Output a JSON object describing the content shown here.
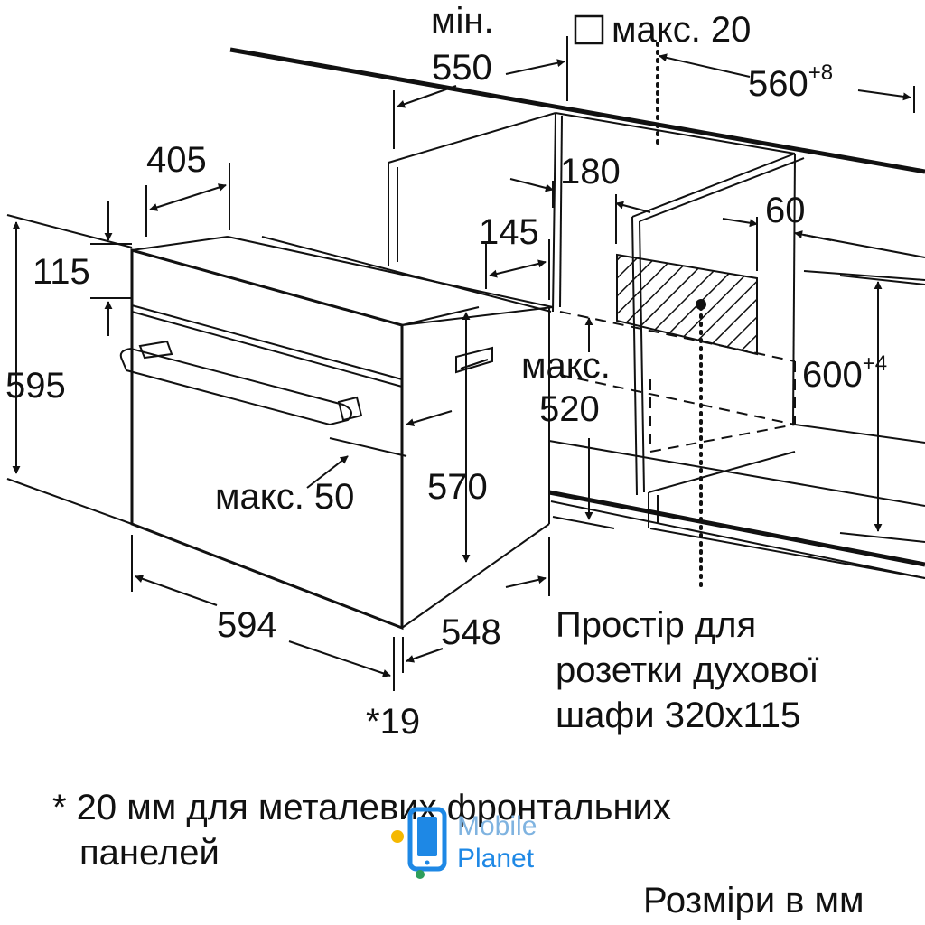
{
  "labels": {
    "min": "мін.",
    "d550": "550",
    "max20": "макс. 20",
    "d560": "560",
    "d560_sup": "+8",
    "d405": "405",
    "d180": "180",
    "d60": "60",
    "d145": "145",
    "d115": "115",
    "d595": "595",
    "max_a": "макс.",
    "d520": "520",
    "d600": "600",
    "d600_sup": "+4",
    "max50": "макс. 50",
    "d570": "570",
    "d594": "594",
    "d548": "548",
    "d19": "*19"
  },
  "socket_note": {
    "line1": "Простір для",
    "line2": "розетки духової",
    "line3": "шафи 320х115"
  },
  "footnote": {
    "line1": "* 20 мм для металевих фронтальних",
    "line2": "панелей"
  },
  "units_note": "Розміри в мм",
  "watermark": {
    "line1": "Mobile",
    "line2": "Planet",
    "icon": "phone-icon",
    "colors": {
      "blue": "#1e88e5",
      "orange": "#f5b800",
      "green": "#2e9e5b"
    }
  }
}
